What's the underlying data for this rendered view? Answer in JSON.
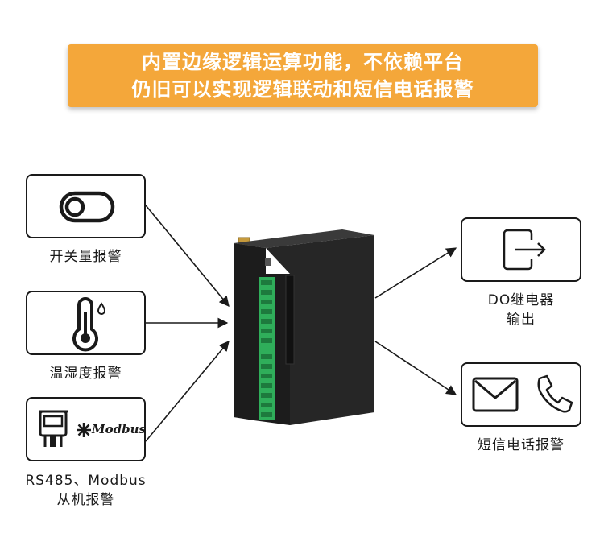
{
  "banner": {
    "line1": "内置边缘逻辑运算功能，不依赖平台",
    "line2": "仍旧可以实现逻辑联动和短信电话报警"
  },
  "inputs": {
    "switch": {
      "label": "开关量报警",
      "icon": "toggle-switch-icon"
    },
    "temp": {
      "label": "温湿度报警",
      "icon": "thermometer-icon"
    },
    "rs485": {
      "label_line1": "RS485、Modbus",
      "label_line2": "从机报警",
      "icon": "serial-port-icon",
      "logo_text": "Modbus"
    }
  },
  "outputs": {
    "relay": {
      "label_line1": "DO继电器",
      "label_line2": "输出",
      "icon": "output-arrow-icon"
    },
    "sms": {
      "label": "短信电话报警",
      "icons": [
        "envelope-icon",
        "phone-icon"
      ]
    }
  },
  "colors": {
    "banner": "#f4a73a",
    "device": "#222222",
    "terminal": "#2fae5a"
  }
}
